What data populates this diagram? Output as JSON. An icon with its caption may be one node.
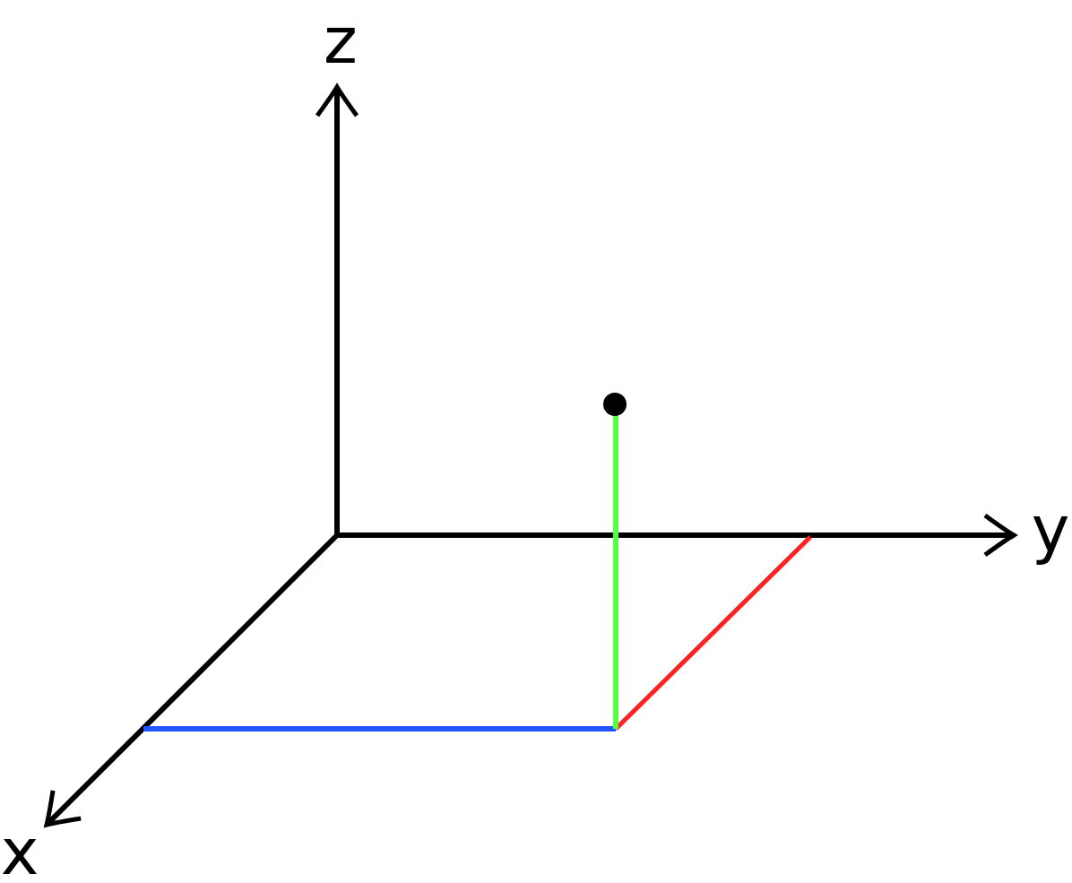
{
  "diagram": {
    "nodes": [
      {
        "text": [],
        "shape": "circle"
      }
    ],
    "labels": [
      "z",
      "y",
      "x"
    ]
  }
}
